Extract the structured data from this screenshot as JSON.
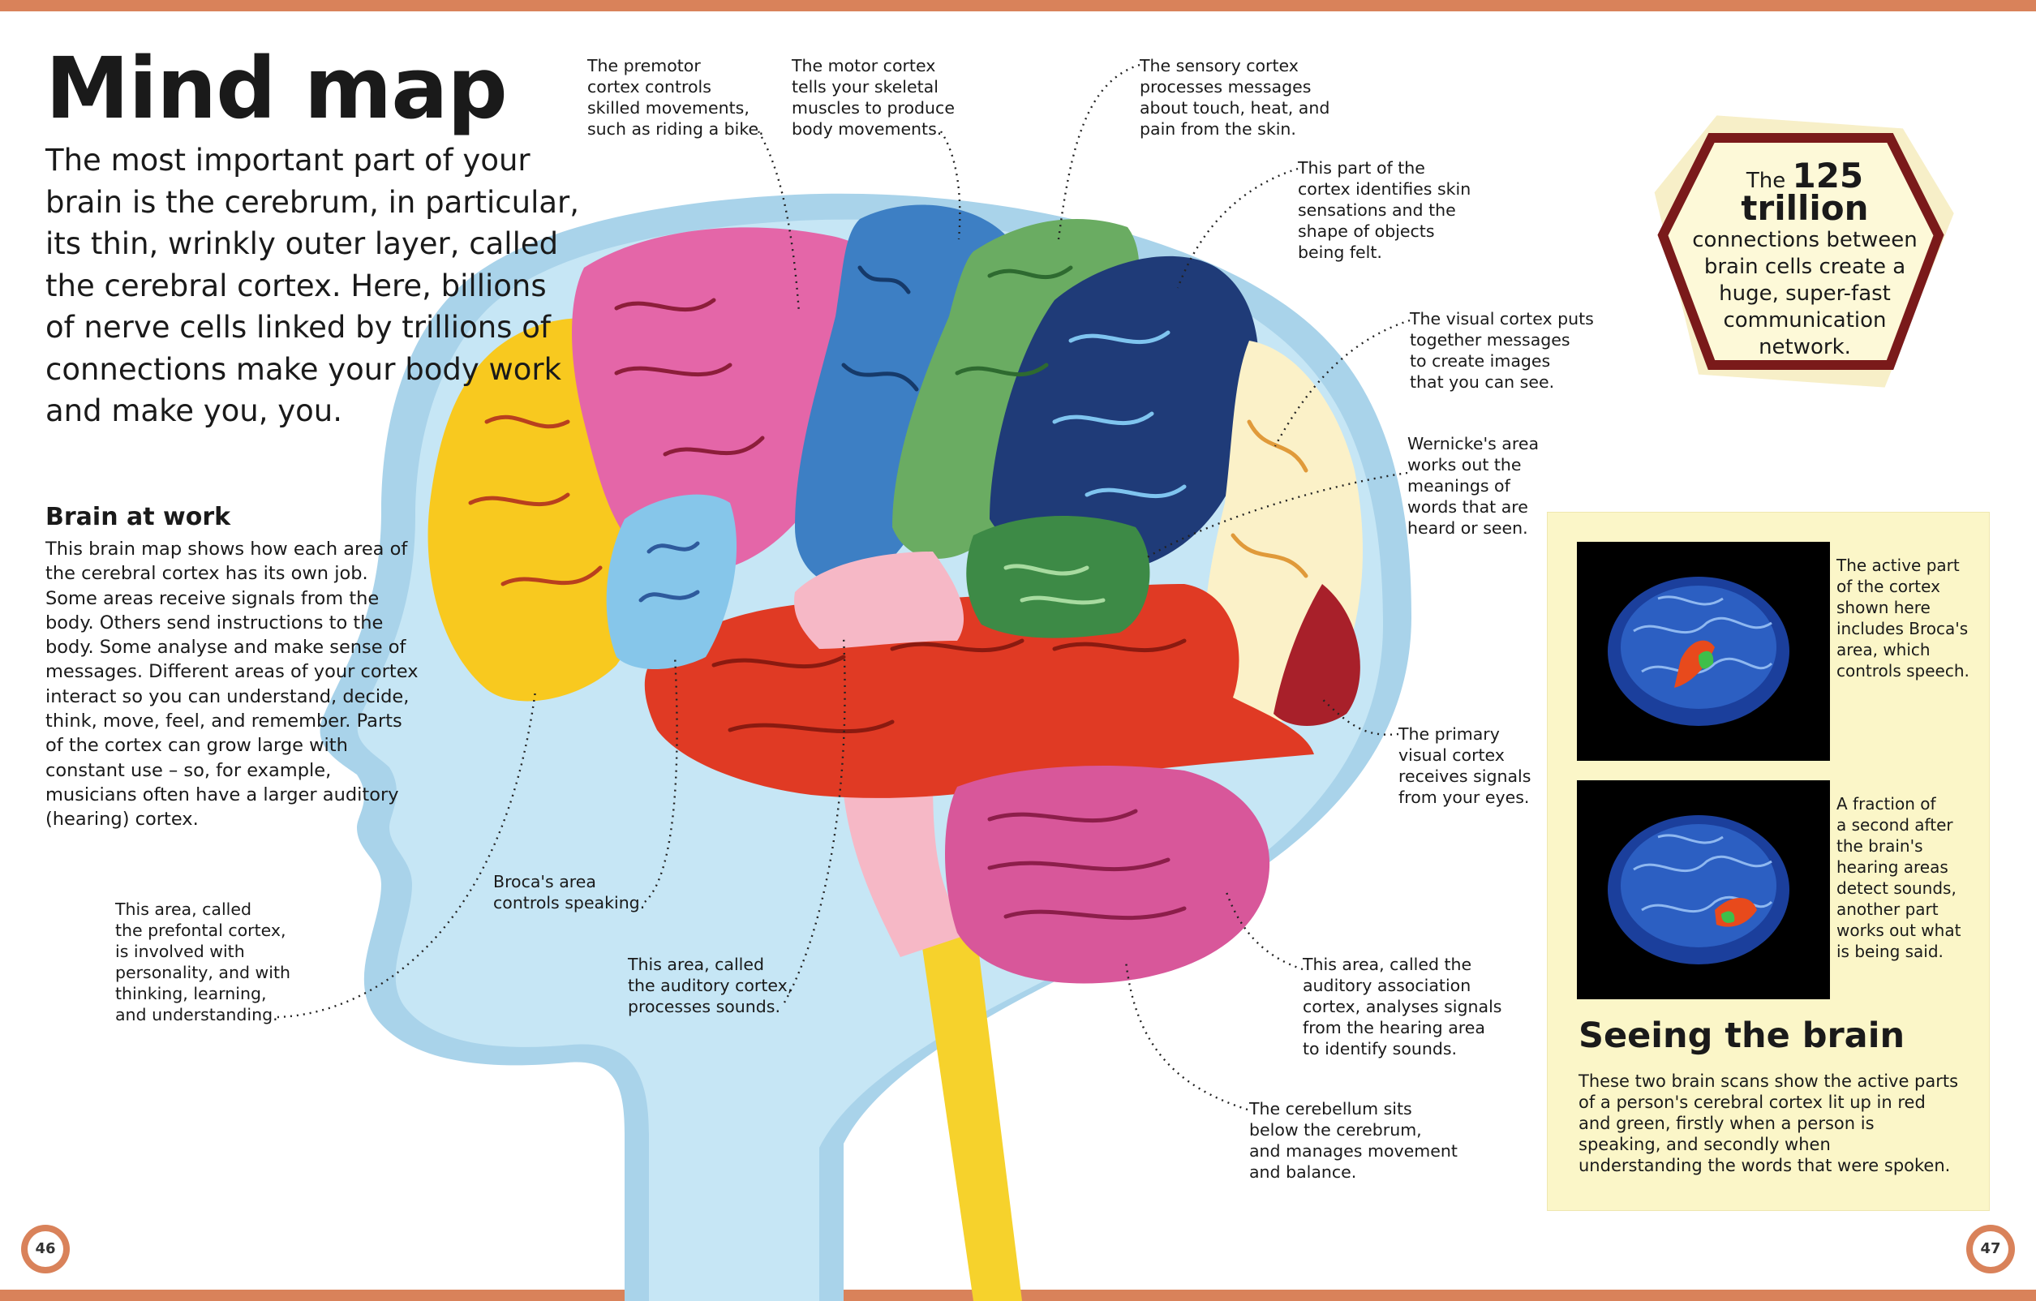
{
  "title": "Mind map",
  "intro": "The most important part of your brain is the cerebrum, in particular, its thin, wrinkly outer layer, called the cerebral cortex. Here, billions of nerve cells linked by trillions of connections make your body work and make you, you.",
  "brain_at_work": {
    "heading": "Brain at work",
    "text": "This brain map shows how each area of the cerebral cortex has its own job. Some areas receive signals from the body. Others send instructions to the body. Some analyse and make sense of messages. Different areas of your cortex interact so you can understand, decide, think, move, feel, and remember. Parts of the cortex can grow large with constant use – so, for example, musicians often have a larger auditory (hearing) cortex."
  },
  "callouts": {
    "premotor": "The premotor\ncortex controls\nskilled movements,\nsuch as riding a bike.",
    "motor": "The motor cortex\ntells your skeletal\nmuscles to produce\nbody movements.",
    "sensory": "The sensory cortex\nprocesses messages\nabout touch, heat, and\npain from the skin.",
    "skin": "This part of the\ncortex identifies skin\nsensations and the\nshape of objects\nbeing felt.",
    "visual": "The visual cortex puts\ntogether messages\nto create images\nthat you can see.",
    "wernicke": "Wernicke's area\nworks out the\nmeanings of\nwords that are\nheard or seen.",
    "primary_visual": "The primary\nvisual cortex\nreceives signals\nfrom your eyes.",
    "auditory_association": "This area, called the\nauditory association\ncortex, analyses signals\nfrom the hearing area\nto identify sounds.",
    "cerebellum": "The cerebellum sits\nbelow the cerebrum,\nand manages movement\nand balance.",
    "auditory": "This area, called\nthe auditory cortex,\nprocesses sounds.",
    "broca": "Broca's area\ncontrols speaking.",
    "prefrontal": "This area, called\nthe prefontal cortex,\nis involved with\npersonality, and with\nthinking, learning,\nand understanding."
  },
  "hexagon": {
    "pre": "The",
    "big": "125 trillion",
    "rest": "connections between\nbrain cells create a\nhuge, super-fast\ncommunication\nnetwork."
  },
  "seeing_the_brain": {
    "scan1_caption": "The active part\nof the cortex\nshown here\nincludes Broca's\narea, which\ncontrols speech.",
    "scan2_caption": "A fraction of\na second after\nthe brain's\nhearing areas\ndetect sounds,\nanother part\nworks out what\nis being said.",
    "heading": "Seeing the brain",
    "text": "These two brain scans show the active parts of a person's cerebral cortex lit up in red and green, firstly when a person is speaking, and secondly when understanding the words that were spoken."
  },
  "page_numbers": {
    "left": "46",
    "right": "47"
  },
  "colors": {
    "border": "#d9825a",
    "head_outer": "#a9d3ea",
    "head_inner": "#c6e6f5",
    "panel_bg": "#fbf6c8",
    "hex_border": "#7a1a1a",
    "hex_fill": "#fdf9d8"
  },
  "icons": [
    "gear-icon",
    "brain-scan-icon",
    "hexagon-badge-icon"
  ]
}
